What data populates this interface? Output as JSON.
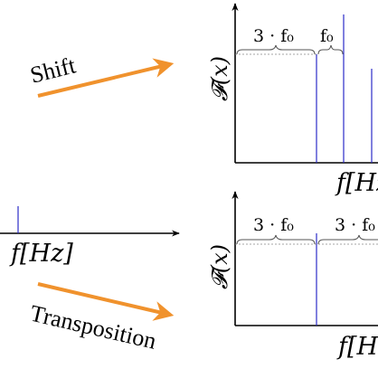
{
  "colors": {
    "axis": "#000000",
    "spike": "#2b2bc8",
    "arrow": "#f0922d",
    "brace": "#555555"
  },
  "bottom_left_plot": {
    "x_axis_label": "f[Hz]"
  },
  "top_arrow": {
    "label": "Shift"
  },
  "bottom_arrow": {
    "label": "Transposition"
  },
  "top_plot": {
    "y_axis_label": "𝓕(x)",
    "x_axis_label": "f[Hz",
    "brace_1_label": "3 · f₀",
    "brace_2_label": "f₀"
  },
  "bottom_plot": {
    "y_axis_label": "𝓕(x)",
    "x_axis_label": "f[H",
    "brace_1_label": "3 · f₀",
    "brace_2_label": "3 · f₀"
  }
}
